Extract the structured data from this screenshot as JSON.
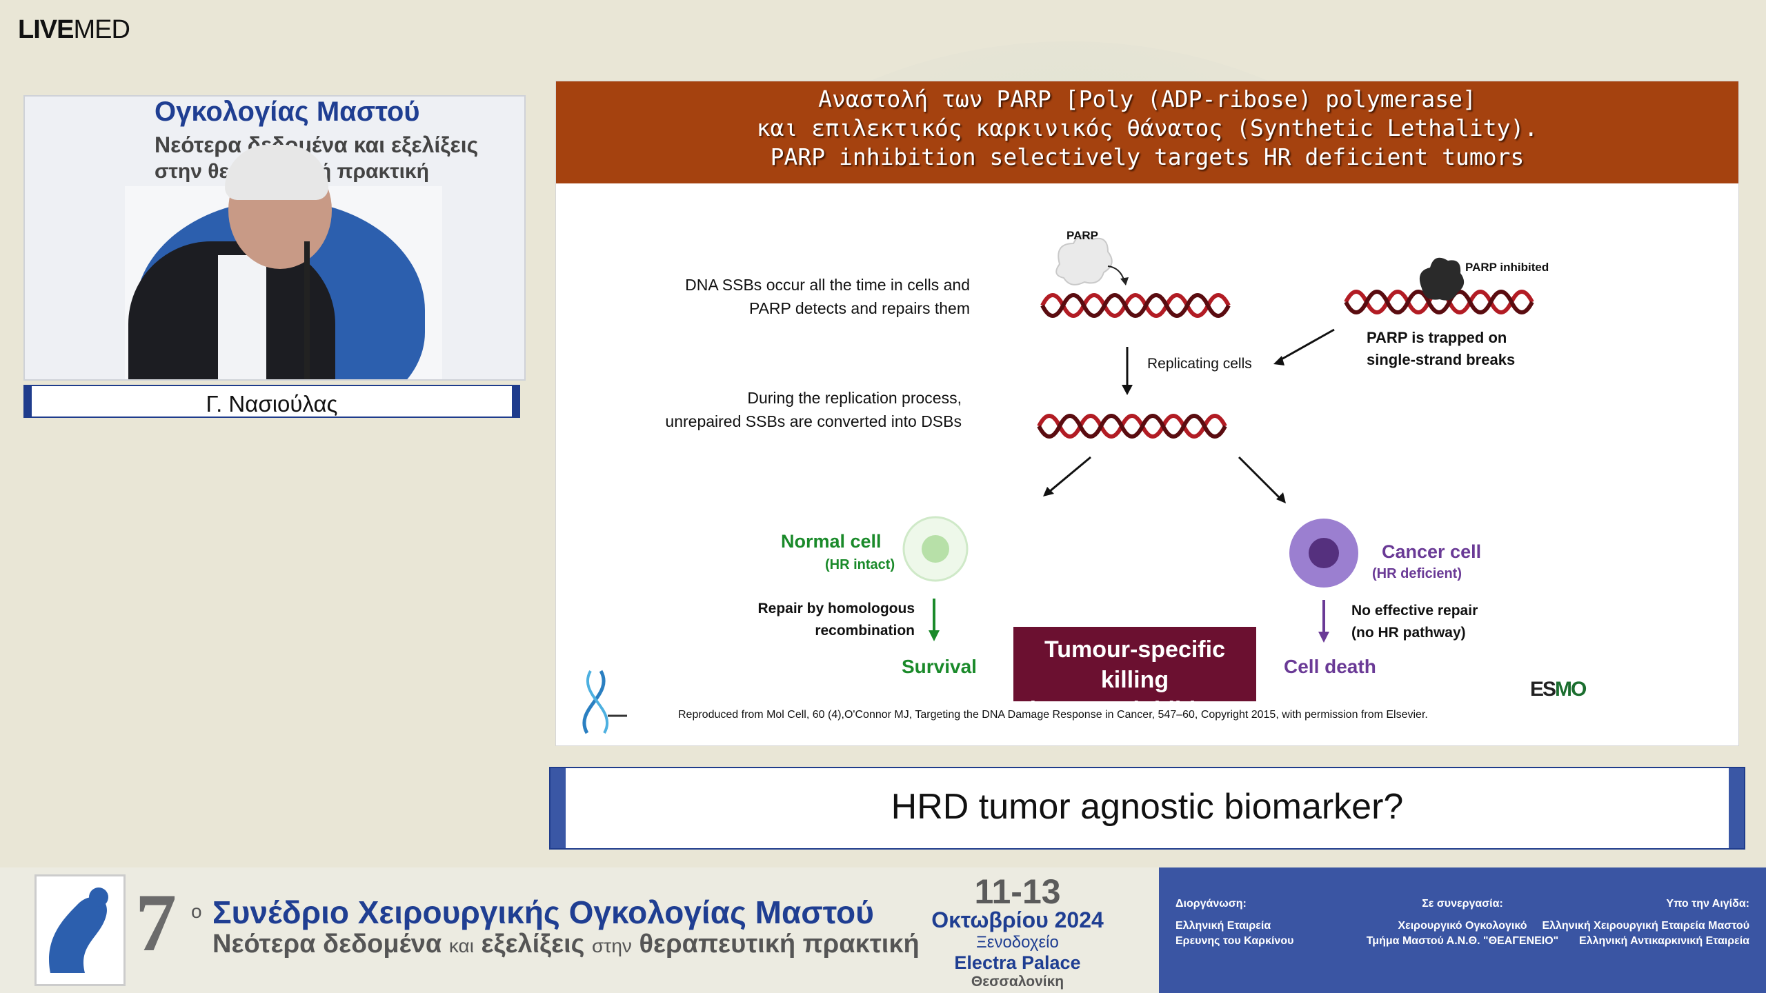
{
  "brand": {
    "bold": "LIVE",
    "light": "MED"
  },
  "video": {
    "backdrop_line1": "Ογκολογίας Μαστού",
    "backdrop_line2": "Νεότερα δεδομένα και εξελίξεις",
    "backdrop_line3": "στην θεραπευτική πρακτική"
  },
  "speaker": {
    "name": "Γ. Νασιούλας"
  },
  "slide": {
    "header": [
      "Αναστολή των PARP [Poly (ADP-ribose) polymerase]",
      "και επιλεκτικός καρκινικός θάνατος (Synthetic Lethality).",
      "PARP inhibition selectively targets HR deficient tumors"
    ],
    "parp_label": "PARP",
    "parp_inhibited_label": "PARP inhibited",
    "ssb_text": [
      "DNA SSBs occur all the time in cells and",
      "PARP detects and repairs them"
    ],
    "trapped_text": [
      "PARP is trapped on",
      "single-strand breaks"
    ],
    "replicating_label": "Replicating cells",
    "replication_text": [
      "During the replication process,",
      "unrepaired SSBs are converted into DSBs"
    ],
    "normal_cell": {
      "title": "Normal cell",
      "sub": "(HR intact)"
    },
    "cancer_cell": {
      "title": "Cancer cell",
      "sub": "(HR deficient)"
    },
    "repair_text": [
      "Repair by homologous",
      "recombination"
    ],
    "no_repair_text": [
      "No effective repair",
      "(no HR pathway)"
    ],
    "survival": "Survival",
    "cell_death": "Cell death",
    "killing_box": [
      "Tumour-specific killing",
      "by PARP inhibitors"
    ],
    "credit": "Reproduced from Mol Cell, 60 (4),O'Connor MJ, Targeting the DNA Damage Response in Cancer, 547–60, Copyright 2015, with permission from Elsevier.",
    "esmo": {
      "part1": "ES",
      "part2": "MO"
    },
    "colors": {
      "header": "#a5420f",
      "green": "#1a8a2a",
      "purple": "#6a3a96",
      "maroon": "#6b1030",
      "dna": "#b21c24"
    }
  },
  "caption": "HRD tumor agnostic biomarker?",
  "banner": {
    "number": "7",
    "superscript": "ο",
    "title": "Συνέδριο Χειρουργικής Ογκολογίας Μαστού",
    "subtitle_a": "Νεότερα δεδομένα",
    "subtitle_b": "και",
    "subtitle_c": "εξελίξεις",
    "subtitle_d": "στην",
    "subtitle_e": "θεραπευτική πρακτική",
    "date_days": "11-13",
    "date_month": "Οκτωβρίου 2024",
    "venue_type": "Ξενοδοχείο",
    "venue_name": "Electra Palace",
    "city": "Θεσσαλονίκη"
  },
  "organizers": {
    "org_heading": "Διοργάνωση:",
    "org_lines": [
      "Ελληνική Εταιρεία",
      "Ερευνης του Καρκίνου"
    ],
    "collab_heading": "Σε συνεργασία:",
    "collab_lines": [
      "Χειρουργικό Ογκολογικό",
      "Τμήμα Μαστού Α.Ν.Θ. \"ΘΕΑΓΕΝΕΙΟ\""
    ],
    "aegis_heading": "Υπο την Αιγίδα:",
    "aegis_lines": [
      "Ελληνική Χειρουργική Εταιρεία Μαστού",
      "Ελληνική Αντικαρκινική Εταιρεία"
    ]
  }
}
